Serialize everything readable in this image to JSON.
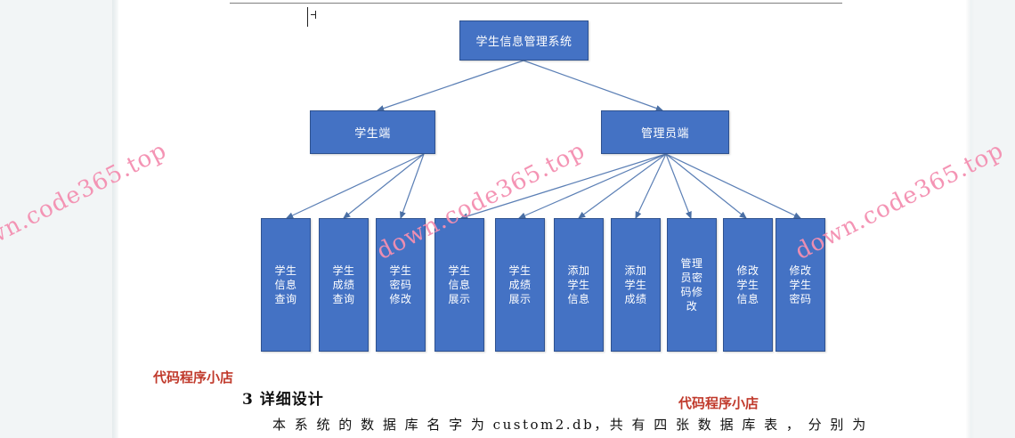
{
  "document": {
    "heading": "3  详细设计",
    "body": "本 系 统 的 数 据 库 名 字 为  custom2.db，共 有 四 张 数 据 库 表 ，  分 别 为",
    "shop_watermark": "代码程序小店",
    "page_watermark": "down.code365.top"
  },
  "diagram": {
    "type": "tree",
    "accent_color": "#4472C4",
    "border_color": "#2f528f",
    "edge_color": "#5b7fb5",
    "root": {
      "label": "学生信息管理系统"
    },
    "levels": [
      {
        "name": "clients",
        "nodes": [
          {
            "id": "student",
            "label": "学生端"
          },
          {
            "id": "admin",
            "label": "管理员端"
          }
        ]
      },
      {
        "name": "functions",
        "nodes": [
          {
            "id": "f1",
            "parent": "student",
            "label": "学生信息查询",
            "lines": [
              "学生",
              "信息",
              "查询"
            ]
          },
          {
            "id": "f2",
            "parent": "student",
            "label": "学生成绩查询",
            "lines": [
              "学生",
              "成绩",
              "查询"
            ]
          },
          {
            "id": "f3",
            "parent": "student",
            "label": "学生密码修改",
            "lines": [
              "学生",
              "密码",
              "修改"
            ]
          },
          {
            "id": "f4",
            "parent": "admin",
            "label": "学生信息展示",
            "lines": [
              "学生",
              "信息",
              "展示"
            ]
          },
          {
            "id": "f5",
            "parent": "admin",
            "label": "学生成绩展示",
            "lines": [
              "学生",
              "成绩",
              "展示"
            ]
          },
          {
            "id": "f6",
            "parent": "admin",
            "label": "添加学生信息",
            "lines": [
              "添加",
              "学生",
              "信息"
            ]
          },
          {
            "id": "f7",
            "parent": "admin",
            "label": "添加学生成绩",
            "lines": [
              "添加",
              "学生",
              "成绩"
            ]
          },
          {
            "id": "f8",
            "parent": "admin",
            "label": "管理员密码修改",
            "lines": [
              "管理",
              "员密",
              "码修",
              "改"
            ]
          },
          {
            "id": "f9",
            "parent": "admin",
            "label": "修改学生信息",
            "lines": [
              "修改",
              "学生",
              "信息"
            ]
          },
          {
            "id": "f10",
            "parent": "admin",
            "label": "修改学生密码",
            "lines": [
              "修改",
              "学生",
              "密码"
            ]
          }
        ]
      }
    ]
  }
}
